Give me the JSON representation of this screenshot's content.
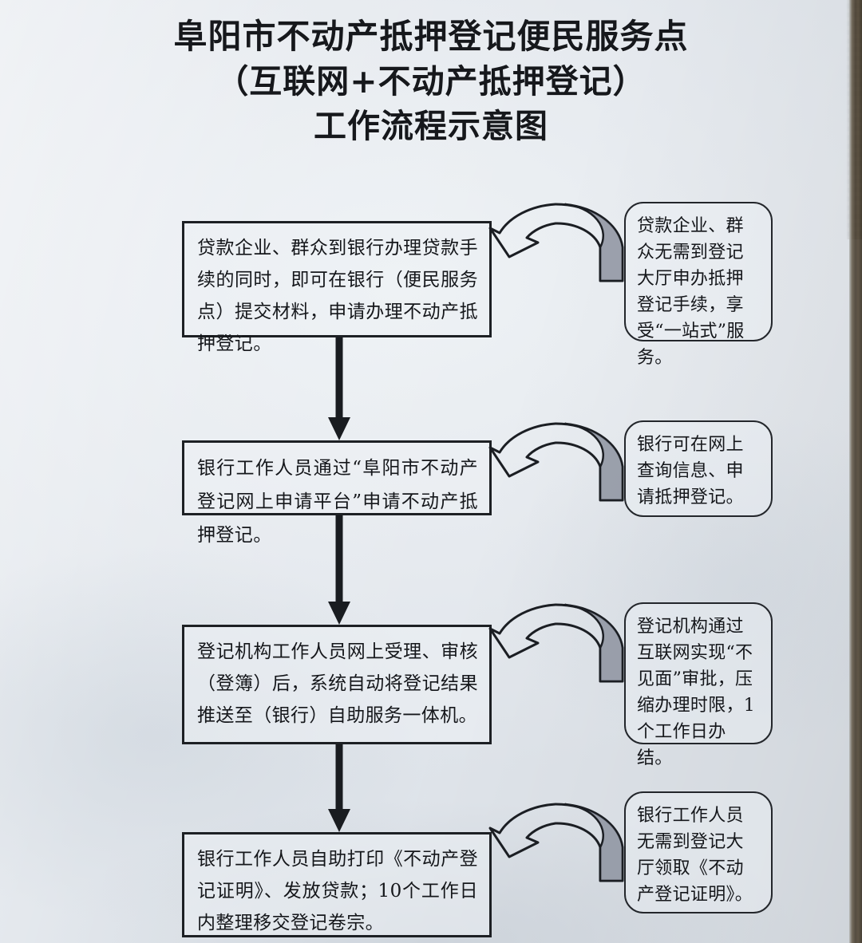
{
  "document": {
    "title_lines": [
      "阜阳市不动产抵押登记便民服务点",
      "（互联网+不动产抵押登记）",
      "工作流程示意图"
    ],
    "title_full": "阜阳市不动产抵押登记便民服务点（互联网+不动产抵押登记）工作流程示意图"
  },
  "colors": {
    "paper": "#e7ebef",
    "ink": "#15171b",
    "box_border": "#1d2024",
    "arc_fill": "#8d93a0",
    "desk_edge": "#4a4134"
  },
  "flow": {
    "steps": [
      {
        "id": "step-1",
        "index": "1",
        "text": "贷款企业、群众到银行办理贷款手续的同时，即可在银行（便民服务点）提交材料，申请办理不动产抵押登记。"
      },
      {
        "id": "step-2",
        "index": "2",
        "text": "银行工作人员通过“阜阳市不动产登记网上申请平台”申请不动产抵押登记。"
      },
      {
        "id": "step-3",
        "index": "3",
        "text": "登记机构工作人员网上受理、审核（登簿）后，系统自动将登记结果推送至（银行）自助服务一体机。"
      },
      {
        "id": "step-4",
        "index": "4",
        "text": "银行工作人员自助打印《不动产登记证明》、发放贷款；10个工作日内整理移交登记卷宗。"
      }
    ],
    "notes": [
      {
        "id": "note-1",
        "text": "贷款企业、群众无需到登记大厅申办抵押登记手续，享受“一站式”服务。"
      },
      {
        "id": "note-2",
        "text": "银行可在网上查询信息、申请抵押登记。"
      },
      {
        "id": "note-3",
        "text": "登记机构通过互联网实现“不见面”审批，压缩办理时限，1个工作日办结。"
      },
      {
        "id": "note-4",
        "text": "银行工作人员无需到登记大厅领取《不动产登记证明》。"
      }
    ],
    "connectors": {
      "vertical_count": "3",
      "arc_count": "4",
      "arc_direction": "right-to-left"
    }
  }
}
